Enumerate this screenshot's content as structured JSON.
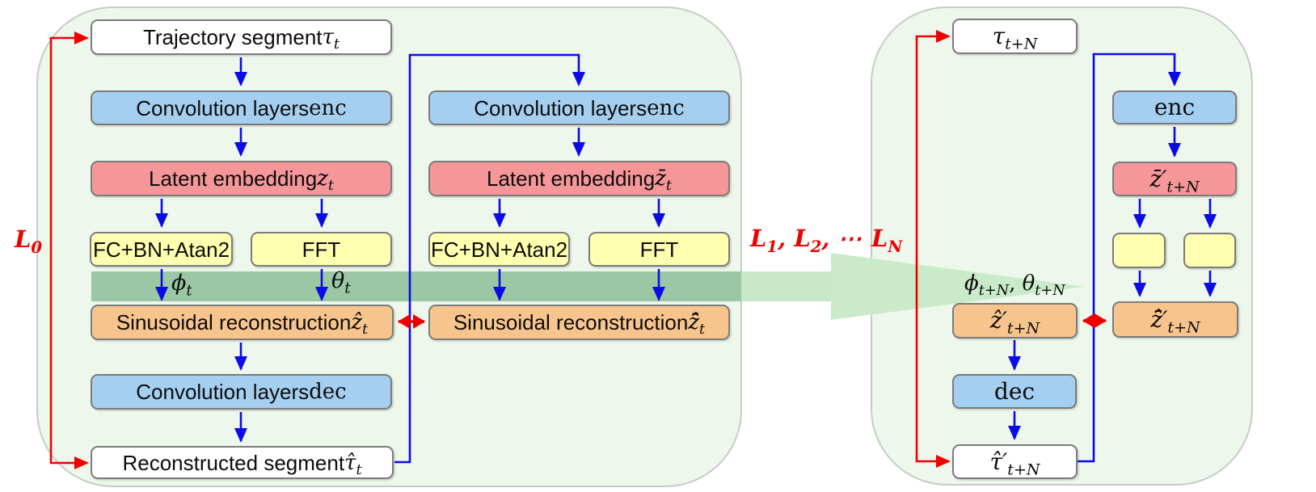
{
  "diagram": {
    "left_panel": {
      "loss0_html": "<i>L</i><sub>0</sub>",
      "phi_html": "<i>ϕ<sub>t</sub></i>",
      "theta_html": "<i>θ<sub>t</sub></i>",
      "col1": {
        "trajectory_html": "Trajectory segment <i>τ<sub>t</sub></i>",
        "conv_enc_html": "Convolution layers <span class=\"rm\">enc</span>",
        "latent_html": "Latent embedding <i>z<sub>t</sub></i>",
        "fc_html": "FC+BN+Atan2",
        "fft_html": "FFT",
        "sinusoidal_html": "Sinusoidal reconstruction <i>ẑ<sub>t</sub></i>",
        "conv_dec_html": "Convolution layers <span class=\"rm\">dec</span>",
        "reconstructed_html": "Reconstructed segment <i>τ̂<sub>t</sub></i>"
      },
      "col2": {
        "conv_enc_html": "Convolution layers <span class=\"rm\">enc</span>",
        "latent_html": "Latent embedding <i>z̄<sub>t</sub></i>",
        "fc_html": "FC+BN+Atan2",
        "fft_html": "FFT",
        "sinusoidal_html": "Sinusoidal reconstruction <i>z̄̂<sub>t</sub></i>"
      }
    },
    "middle": {
      "losses_html": "<i>L</i><sub>1</sub>, <i>L</i><sub>2</sub>, ⋯",
      "loss_n_html": "<i>L</i><sub>N</sub>"
    },
    "right_panel": {
      "phi_theta_html": "<i>ϕ<sub>t+N</sub></i>, <i>θ<sub>t+N</sub></i>",
      "tau_html": "<i>τ<sub>t+N</sub></i>",
      "enc_html": "<span class=\"rm\">enc</span>",
      "zbar_prime_html": "<i>z̄′<sub>t+N</sub></i>",
      "zhat_prime_html": "<i>ẑ′<sub>t+N</sub></i>",
      "zbarhat_prime_html": "<i>z̄̂′<sub>t+N</sub></i>",
      "dec_html": "<span class=\"rm\">dec</span>",
      "tauhat_prime_html": "<i>τ̂′<sub>t+N</sub></i>"
    },
    "colors": {
      "panel_bg": "#eef7ec",
      "panel_border": "#c5ccc5",
      "box_border": "#7b7b7b",
      "white_box": "#ffffff",
      "blue_box": "#a5cff1",
      "pink_box": "#f59798",
      "yellow_box": "#ffffb0",
      "orange_box": "#f8c48e",
      "arrow_blue": "#0b0be6",
      "arrow_red": "#ee0000",
      "green_band_dark": "#9bc7a5",
      "green_band_light": "#c7e9c7"
    }
  }
}
